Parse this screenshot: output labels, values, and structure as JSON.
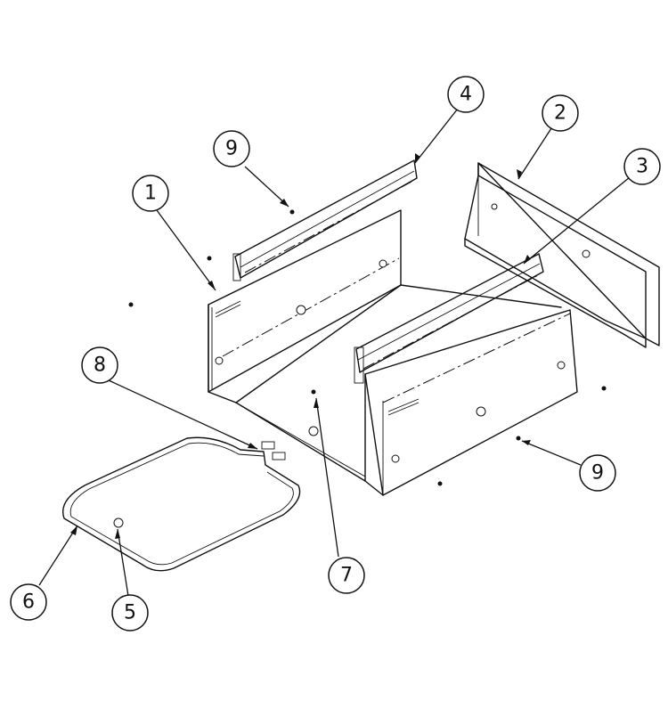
{
  "callouts": [
    {
      "id": "c1",
      "label": "1"
    },
    {
      "id": "c2",
      "label": "2"
    },
    {
      "id": "c3",
      "label": "3"
    },
    {
      "id": "c4",
      "label": "4"
    },
    {
      "id": "c5",
      "label": "5"
    },
    {
      "id": "c6",
      "label": "6"
    },
    {
      "id": "c7",
      "label": "7"
    },
    {
      "id": "c8",
      "label": "8"
    },
    {
      "id": "c9a",
      "label": "9"
    },
    {
      "id": "c9b",
      "label": "9"
    }
  ]
}
